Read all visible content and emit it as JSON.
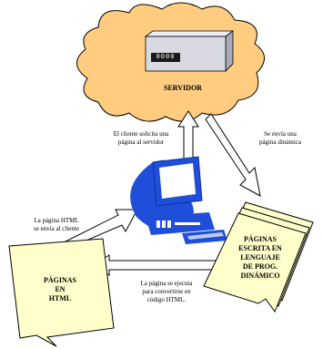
{
  "server": {
    "label": "SERVIDOR",
    "display_digits": "0000"
  },
  "left_html_doc": {
    "line1": "PÁGINAS",
    "line2": "EN",
    "line3": "HTML"
  },
  "right_dynamic_doc": {
    "line1": "PÁGINAS",
    "line2": "ESCRITA EN",
    "line3": "LENGUAJE",
    "line4": "DE PROG.",
    "line5": "DINÁMICO"
  },
  "arrow_labels": {
    "client_request_1": "El cliente solicita una",
    "client_request_2": "página al servidor",
    "send_dynamic_1": "Se envía una",
    "send_dynamic_2": "página dinámica",
    "html_to_client_1": "La página HTML",
    "html_to_client_2": "se envía al cliente",
    "execute_1": "La página se ejecuta",
    "execute_2": "para convertirse en",
    "execute_3": "código HTML."
  },
  "colors": {
    "cloud_fill": "#ffcc80",
    "document_fill": "#ffffcc",
    "computer_blue": "#1f4fd9",
    "server_body": "#d9d9e2"
  }
}
